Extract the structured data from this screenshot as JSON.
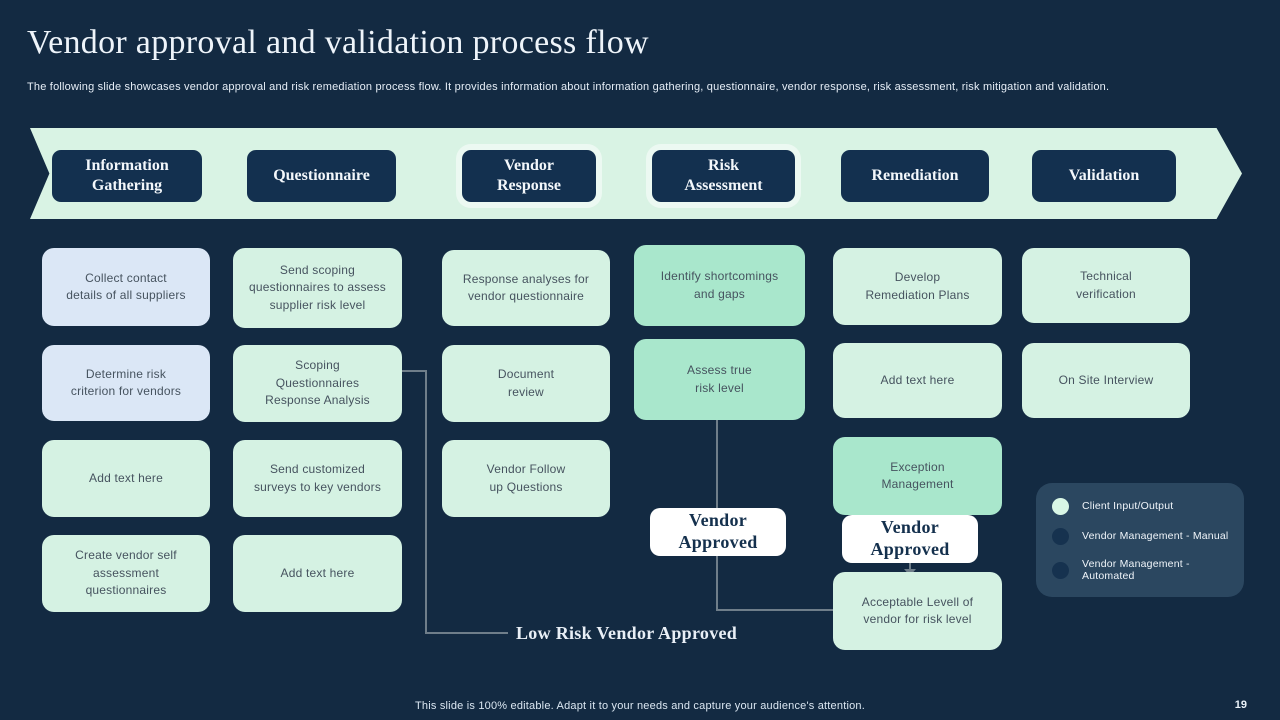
{
  "slide": {
    "title": "Vendor approval and validation process flow",
    "subtitle": "The following slide showcases vendor approval and risk remediation process flow. It provides information about information gathering, questionnaire, vendor response, risk assessment, risk mitigation and validation.",
    "footer_note": "This slide is 100% editable. Adapt it to your needs and capture your audience's attention.",
    "page_number": "19"
  },
  "stages": [
    "Information\nGathering",
    "Questionnaire",
    "Vendor\nResponse",
    "Risk\nAssessment",
    "Remediation",
    "Validation"
  ],
  "flow": {
    "information_gathering": [
      "Collect contact\ndetails of all suppliers",
      "Determine risk\ncriterion for vendors",
      "Add text here",
      "Create vendor self\nassessment\nquestionnaires"
    ],
    "questionnaire": [
      "Send scoping\nquestionnaires to assess\nsupplier risk level",
      "Scoping\nQuestionnaires\nResponse Analysis",
      "Send customized\nsurveys to key vendors",
      "Add text here"
    ],
    "vendor_response": [
      "Response analyses for\nvendor questionnaire",
      "Document\nreview",
      "Vendor Follow\nup Questions"
    ],
    "risk_assessment": [
      "Identify shortcomings\nand gaps",
      "Assess true\nrisk level"
    ],
    "remediation": [
      "Develop\nRemediation Plans",
      "Add text here",
      "Exception\nManagement",
      "Acceptable Levell of\nvendor for risk level"
    ],
    "validation": [
      "Technical\nverification",
      "On Site Interview"
    ]
  },
  "labels": {
    "vendor_approved_risk": "Vendor\nApproved",
    "vendor_approved_remediation": "Vendor\nApproved",
    "low_risk_annotation": "Low Risk Vendor Approved"
  },
  "legend": [
    {
      "label": "Client Input/Output",
      "color": "#d9f7e6"
    },
    {
      "label": "Vendor Management - Manual",
      "color": "#16324f"
    },
    {
      "label": "Vendor Management - Automated",
      "color": "#16324f"
    }
  ],
  "colors": {
    "background": "#132a42",
    "banner": "#d9f3e4",
    "stage_box": "#13304f",
    "client_input_box": "#dbe7f6",
    "manual_box": "#d5f2e3",
    "automated_box": "#a9e7cc",
    "approved_box": "#ffffff",
    "connector": "#6f7e8a",
    "legend_bg": "#2b4760"
  }
}
